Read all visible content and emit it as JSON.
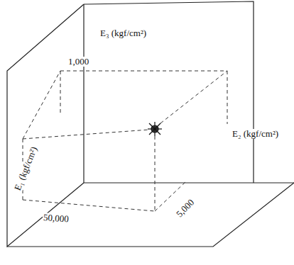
{
  "diagram": {
    "labels": [
      "E₃ (kgf/cm²)",
      "1,000",
      "E₂ (kgf/cm²)",
      "E₁ (kgf/cm²)",
      "50,000",
      "5,000"
    ]
  }
}
